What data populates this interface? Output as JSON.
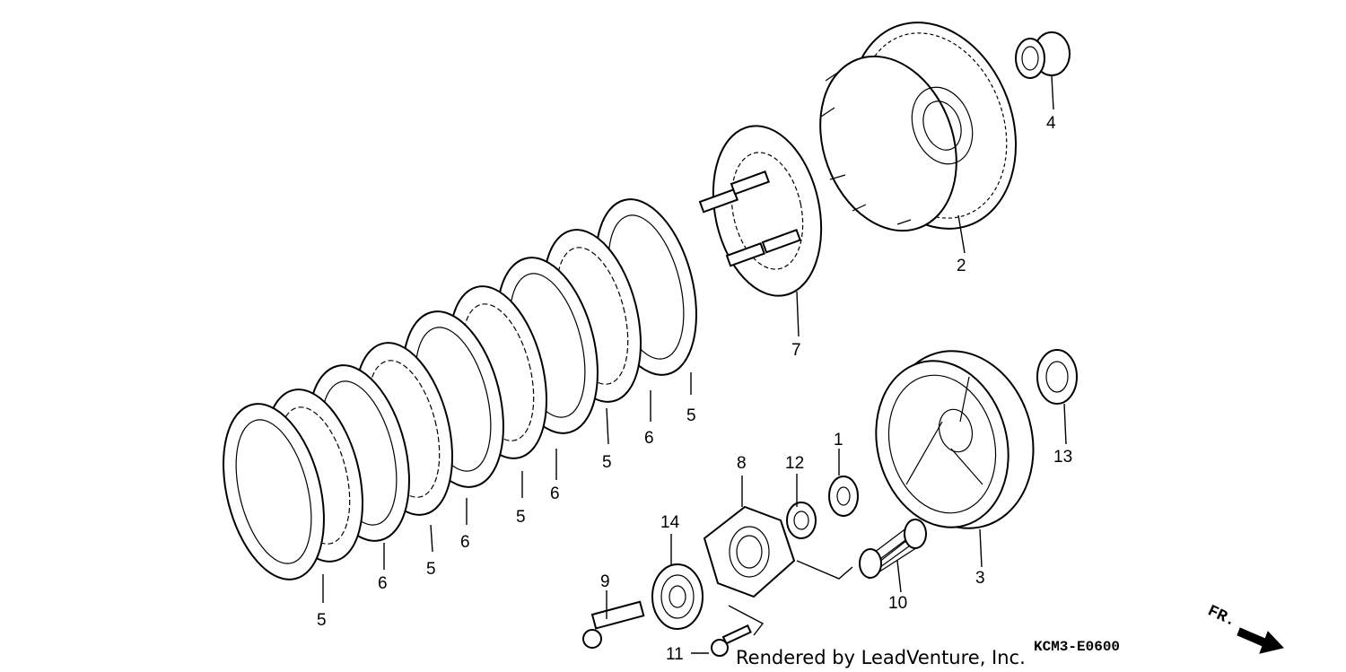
{
  "callouts": [
    {
      "id": "c1",
      "text": "1"
    },
    {
      "id": "c2",
      "text": "2"
    },
    {
      "id": "c3",
      "text": "3"
    },
    {
      "id": "c4",
      "text": "4"
    },
    {
      "id": "c5a",
      "text": "5"
    },
    {
      "id": "c5b",
      "text": "5"
    },
    {
      "id": "c5c",
      "text": "5"
    },
    {
      "id": "c5d",
      "text": "5"
    },
    {
      "id": "c5e",
      "text": "5"
    },
    {
      "id": "c6a",
      "text": "6"
    },
    {
      "id": "c6b",
      "text": "6"
    },
    {
      "id": "c6c",
      "text": "6"
    },
    {
      "id": "c6d",
      "text": "6"
    },
    {
      "id": "c7",
      "text": "7"
    },
    {
      "id": "c8",
      "text": "8"
    },
    {
      "id": "c9",
      "text": "9"
    },
    {
      "id": "c10",
      "text": "10"
    },
    {
      "id": "c11",
      "text": "11"
    },
    {
      "id": "c12",
      "text": "12"
    },
    {
      "id": "c13",
      "text": "13"
    },
    {
      "id": "c14",
      "text": "14"
    }
  ],
  "diagram_code": "KCM3-E0600",
  "credit": "Rendered by LeadVenture, Inc.",
  "direction_label": "FR."
}
